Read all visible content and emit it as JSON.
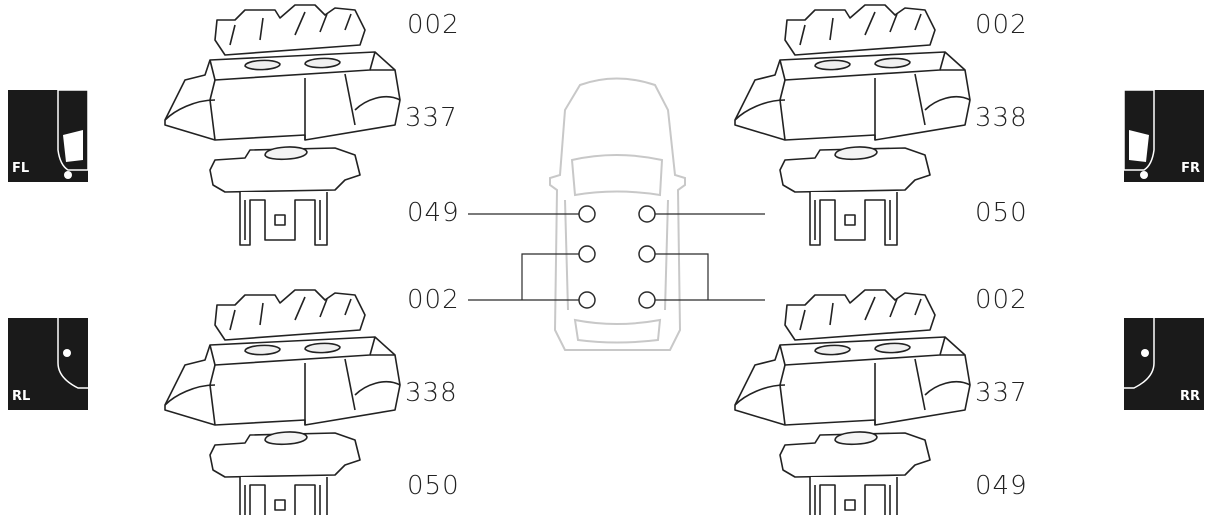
{
  "labels": {
    "fl_top": "002",
    "fl_mid": "337",
    "fl_bottom": "049",
    "fr_top": "002",
    "fr_mid": "338",
    "fr_bottom": "050",
    "rl_top": "002",
    "rl_mid": "338",
    "rl_bottom": "050",
    "rr_top": "002",
    "rr_mid": "337",
    "rr_bottom": "049"
  },
  "positions": {
    "fl": "FL",
    "fr": "FR",
    "rl": "RL",
    "rr": "RR"
  },
  "colors": {
    "line": "#2b2b2b",
    "car": "#c8c8c8",
    "badge": "#1a1a1a"
  }
}
